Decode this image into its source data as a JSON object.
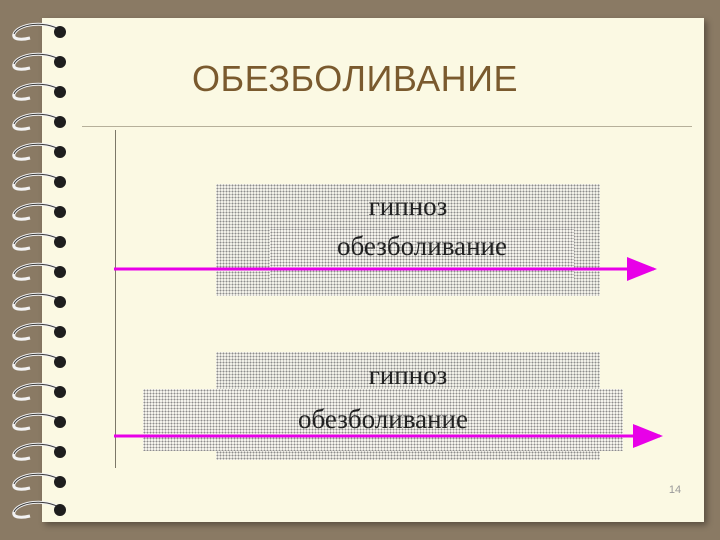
{
  "slide": {
    "title": "ОБЕЗБОЛИВАНИЕ",
    "page_number": "14"
  },
  "diagram_top": {
    "outer_label": "гипноз",
    "inner_label": "обезболивание"
  },
  "diagram_bottom": {
    "outer_label": "гипноз",
    "inner_label": "обезболивание"
  },
  "colors": {
    "arrow": "#e800e8",
    "title": "#7a5a2e",
    "page": "#fbf9e3",
    "background": "#8a7a64"
  }
}
